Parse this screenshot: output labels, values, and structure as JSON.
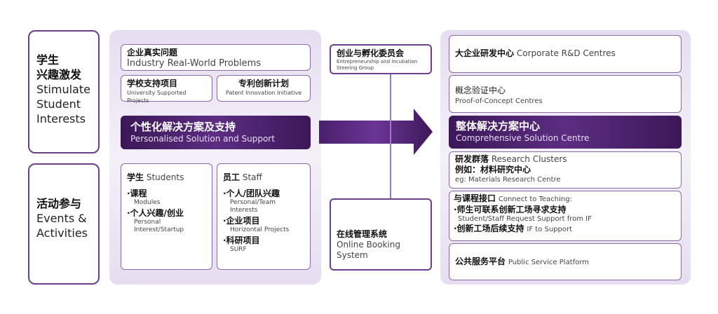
{
  "left": {
    "stimulate": {
      "zh": "学生\n兴趣激发",
      "en": "Stimulate\nStudent\nInterests"
    },
    "events": {
      "zh": "活动参与",
      "en": "Events &\nActivities"
    }
  },
  "middle": {
    "industry": {
      "zh": "企业真实问题",
      "en": "Industry Real-World Problems"
    },
    "university": {
      "zh": "学校支持项目",
      "en": "University Supported Projects"
    },
    "patent": {
      "zh": "专利创新计划",
      "en": "Patent Innovation Initiative"
    },
    "personalised": {
      "zh": "个性化解决方案及支持",
      "en": "Personalised Solution and Support"
    },
    "students": {
      "zh": "学生",
      "en": "Students",
      "items": [
        {
          "zh": "·课程",
          "en": "Modules"
        },
        {
          "zh": "·个人兴趣/创业",
          "en": "Personal Interest/Startup"
        }
      ]
    },
    "staff": {
      "zh": "员工",
      "en": "Staff",
      "items": [
        {
          "zh": "·个人/团队兴趣",
          "en": "Personal/Team Interests"
        },
        {
          "zh": "·企业项目",
          "en": "Horizontal Projects"
        },
        {
          "zh": "·科研项目",
          "en": "SURF"
        }
      ]
    }
  },
  "center": {
    "steering": {
      "zh": "创业与孵化委员会",
      "en": "Entrepreneurship and Incubation Steering Group"
    },
    "booking": {
      "zh": "在线管理系统",
      "en": "Online Booking System"
    }
  },
  "right": {
    "rd": {
      "zh": "大企业研发中心",
      "en": "Corporate R&D Centres"
    },
    "poc": {
      "zh": "概念验证中心",
      "en": "Proof-of-Concept Centres"
    },
    "comprehensive": {
      "zh": "整体解决方案中心",
      "en": "Comprehensive Solution Centre"
    },
    "clusters": {
      "zh": "研发群落",
      "en": "Research Clusters",
      "eg_zh": "例如：材料研究中心",
      "eg_en": "eg: Materials Research Centre"
    },
    "teaching": {
      "zh": "与课程接口",
      "en": "Connect to Teaching:",
      "i1_zh": "·师生可联系创新工场寻求支持",
      "i1_en": "Student/Staff Request Support from IF",
      "i2_zh": "·创新工场后续支持",
      "i2_en": "IF to Support"
    },
    "public": {
      "zh": "公共服务平台",
      "en": "Public Service Platform"
    }
  },
  "colors": {
    "purple": "#6b3f8c",
    "dark": "#3b1858"
  }
}
